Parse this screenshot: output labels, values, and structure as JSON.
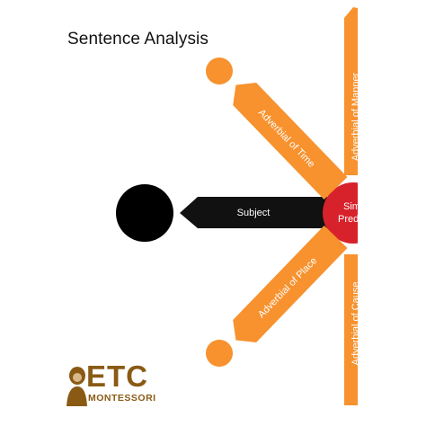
{
  "title": "Sentence Analysis",
  "diagram": {
    "subject_label": "Subject",
    "predicate_label": "Simple Predicate",
    "predicate_label_visible": [
      "Sim",
      "Pred"
    ],
    "adverbials": {
      "time": "Adverbial of Time",
      "place": "Adverbial of Place",
      "manner": "Adverbial of Manner",
      "cause": "Adverbial of Cause"
    },
    "colors": {
      "orange": "#f7922e",
      "red": "#d8222b",
      "black": "#000000"
    }
  },
  "logo": {
    "text": "ETC",
    "subtext": "MONTESSORI",
    "color": "#8a5a14"
  }
}
